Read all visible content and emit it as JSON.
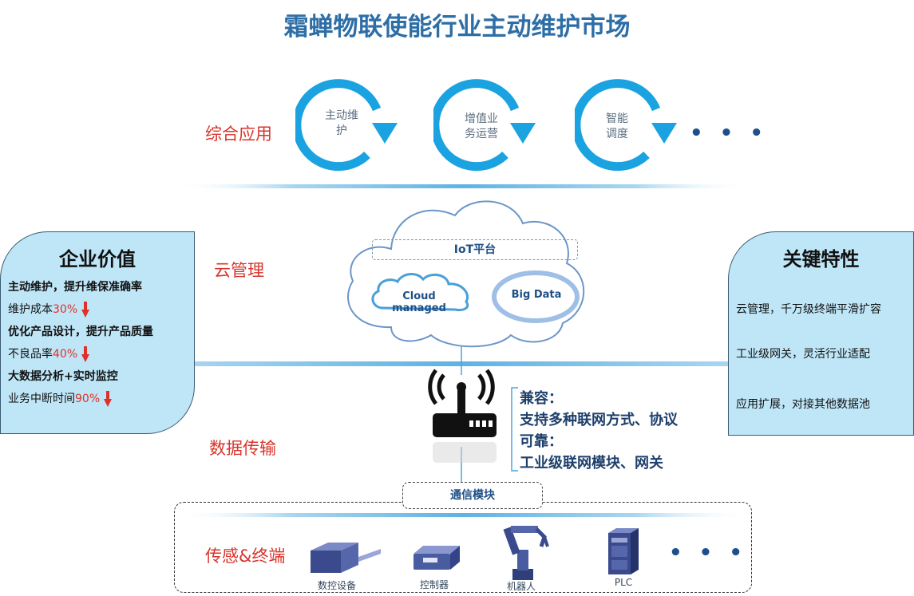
{
  "title": "霜蝉物联使能行业主动维护市场",
  "layers": {
    "application": "综合应用",
    "cloud": "云管理",
    "transmission": "数据传输",
    "terminal": "传感&终端"
  },
  "applications": [
    {
      "line1": "主动维",
      "line2": "护"
    },
    {
      "line1": "增值业",
      "line2": "务运营"
    },
    {
      "line1": "智能",
      "line2": "调度"
    }
  ],
  "app_more": "• • •",
  "cloud": {
    "platform": "IoT平台",
    "managed": "Cloud managed",
    "bigdata": "Big Data"
  },
  "enterprise": {
    "title": "企业价值",
    "lines": [
      {
        "text": "主动维护，提升维保准确率",
        "highlight": "",
        "arrow": false
      },
      {
        "text": "维护成本",
        "highlight": "30%",
        "arrow": true
      },
      {
        "text": "优化产品设计，提升产品质量",
        "highlight": "",
        "arrow": false
      },
      {
        "text": "不良品率",
        "highlight": "40%",
        "arrow": true
      },
      {
        "text": "大数据分析+实时监控",
        "highlight": "",
        "arrow": false
      },
      {
        "text": "业务中断时间",
        "highlight": "90%",
        "arrow": true
      }
    ]
  },
  "key_features": {
    "title": "关键特性",
    "lines": [
      "云管理，千万级终端平滑扩容",
      "工业级网关，灵活行业适配",
      "应用扩展，对接其他数据池"
    ]
  },
  "gateway_features": {
    "compat_title": "兼容：",
    "compat_text": "支持多种联网方式、协议",
    "reliable_title": "可靠：",
    "reliable_text": "工业级联网模块、网关"
  },
  "comm_module": "通信模块",
  "devices": [
    {
      "label": "数控设备",
      "icon": "cnc-machine-icon"
    },
    {
      "label": "控制器",
      "icon": "controller-icon"
    },
    {
      "label": "机器人",
      "icon": "robot-arm-icon"
    },
    {
      "label": "PLC",
      "icon": "plc-icon"
    }
  ],
  "device_more": "• • •",
  "colors": {
    "title": "#2e6ea6",
    "layer_label": "#d9342b",
    "ring": "#1aa3e0",
    "panel_fill": "#bfe6f7",
    "highlight_red": "#e0302a",
    "line_blue": "#7fbfe6"
  }
}
